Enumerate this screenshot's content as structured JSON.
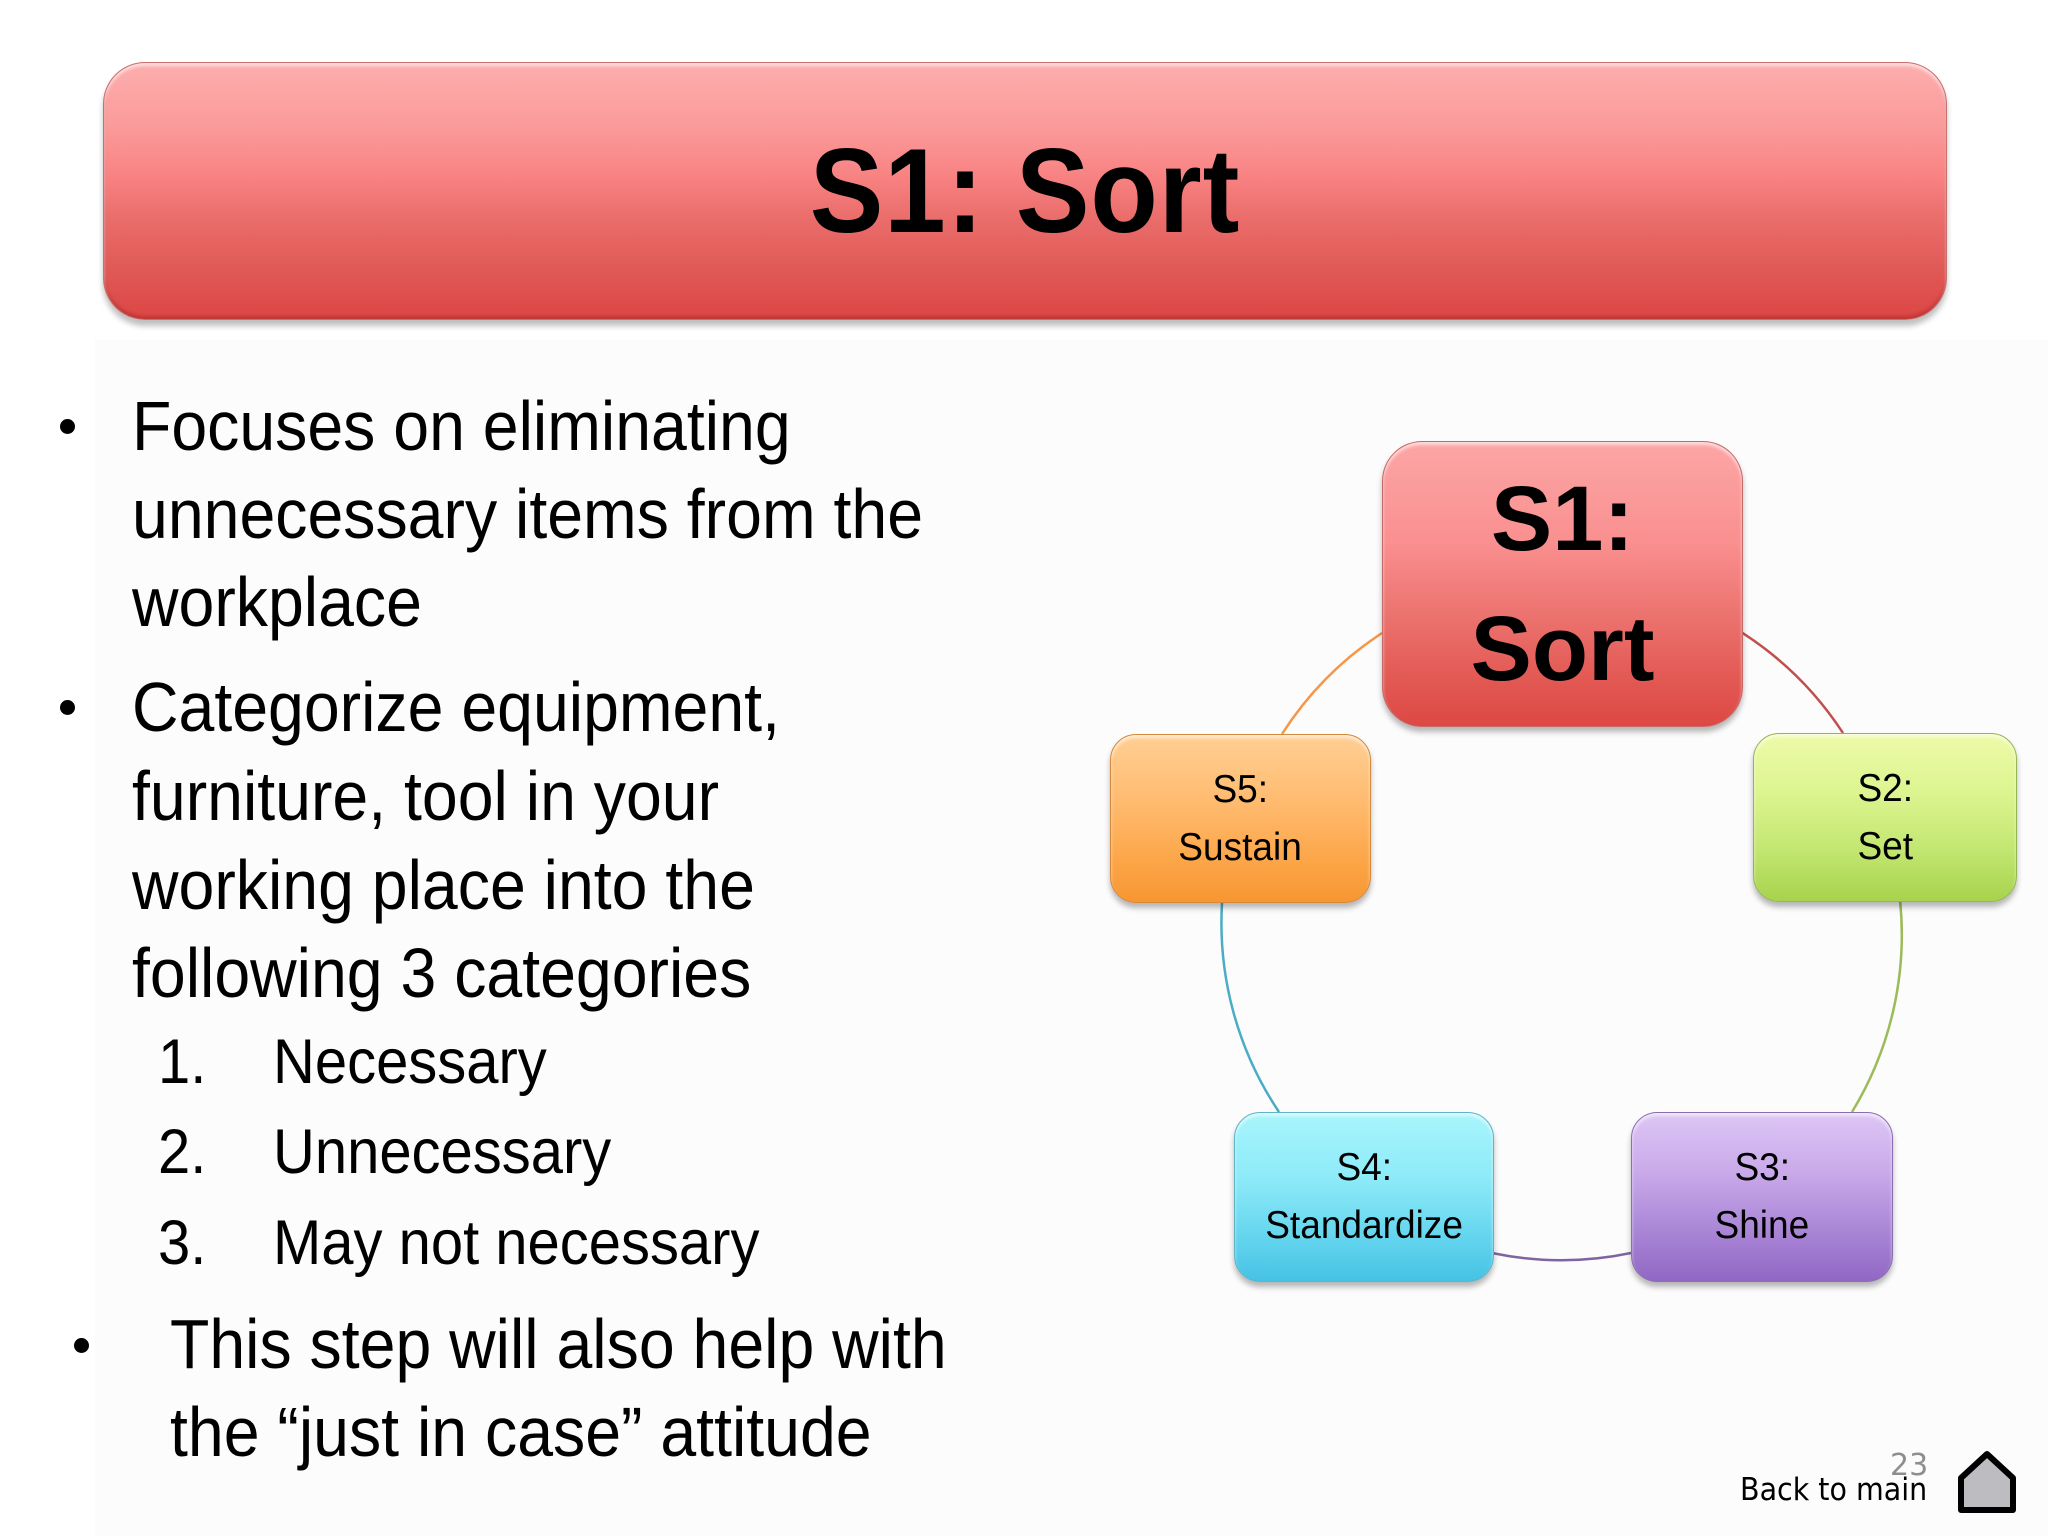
{
  "slide": {
    "title": "S1: Sort",
    "page_number": "23",
    "colors": {
      "title_bar_top": "#fdaeae",
      "title_bar_bottom": "#dc4644",
      "s1": "#e25752",
      "s2": "#c2e670",
      "s3": "#aa86d6",
      "s4": "#63d4ee",
      "s5": "#fca649"
    }
  },
  "bullets": [
    {
      "lines": [
        "Focuses on eliminating",
        "unnecessary items from the",
        "workplace"
      ]
    },
    {
      "lines": [
        "Categorize equipment,",
        "furniture, tool in your",
        "working place into the",
        "following 3 categories"
      ],
      "sub_items": [
        {
          "number": "1.",
          "text": "Necessary"
        },
        {
          "number": "2.",
          "text": "Unnecessary"
        },
        {
          "number": "3.",
          "text": "May not necessary"
        }
      ]
    },
    {
      "lines": [
        "This step will also help with",
        "the “just in case” attitude"
      ]
    }
  ],
  "diagram": {
    "nodes": [
      {
        "id": "s1",
        "line1": "S1:",
        "line2": "Sort",
        "highlighted": true
      },
      {
        "id": "s2",
        "line1": "S2:",
        "line2": "Set"
      },
      {
        "id": "s3",
        "line1": "S3:",
        "line2": "Shine"
      },
      {
        "id": "s4",
        "line1": "S4:",
        "line2": "Standardize"
      },
      {
        "id": "s5",
        "line1": "S5:",
        "line2": "Sustain"
      }
    ]
  },
  "footer": {
    "back_label": "Back to main",
    "home_icon": "home-icon"
  }
}
